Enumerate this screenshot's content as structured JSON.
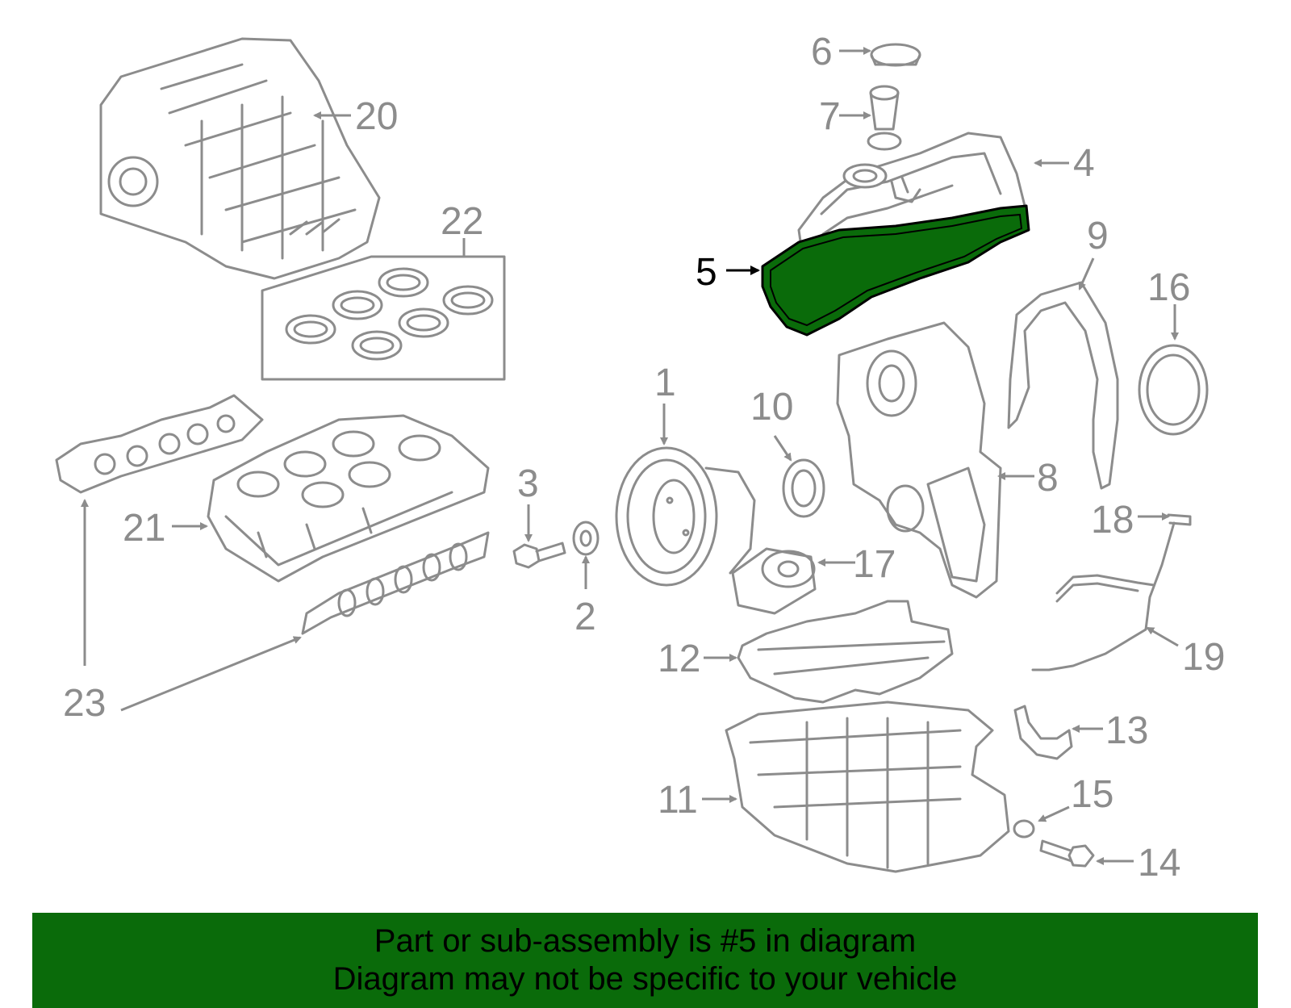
{
  "highlight_color": "#0a6b0a",
  "line_color": "#8c8c8c",
  "highlighted_part": "5",
  "callouts": {
    "c1": "1",
    "c2": "2",
    "c3": "3",
    "c4": "4",
    "c5": "5",
    "c6": "6",
    "c7": "7",
    "c8": "8",
    "c9": "9",
    "c10": "10",
    "c11": "11",
    "c12": "12",
    "c13": "13",
    "c14": "14",
    "c15": "15",
    "c16": "16",
    "c17": "17",
    "c18": "18",
    "c19": "19",
    "c20": "20",
    "c21": "21",
    "c22": "22",
    "c23": "23"
  },
  "banner": {
    "line1": "Part or sub-assembly is #5 in diagram",
    "line2": "Diagram may not be specific to your vehicle"
  }
}
